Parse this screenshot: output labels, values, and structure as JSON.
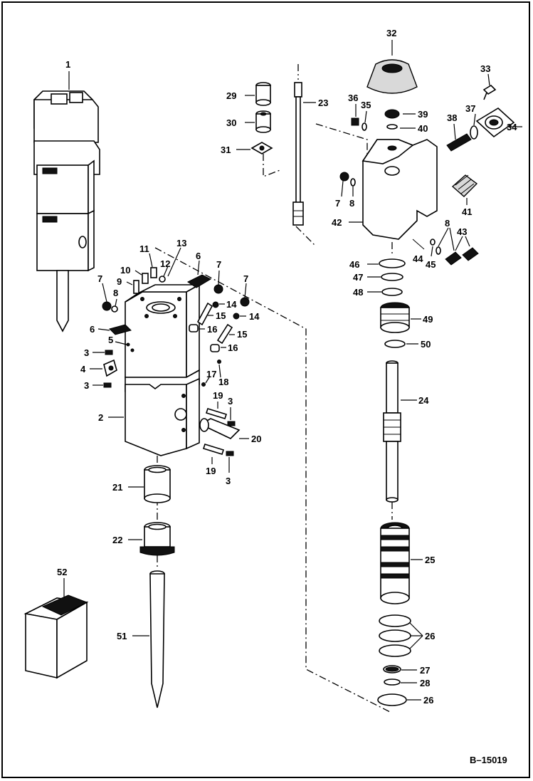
{
  "diagram": {
    "reference": "B–15019",
    "callouts": {
      "c1": "1",
      "c2": "2",
      "c3a": "3",
      "c3b": "3",
      "c3c": "3",
      "c3d": "3",
      "c4": "4",
      "c5": "5",
      "c6a": "6",
      "c6b": "6",
      "c7a": "7",
      "c7b": "7",
      "c7c": "7",
      "c7d": "7",
      "c8a": "8",
      "c8b": "8",
      "c8c": "8",
      "c9": "9",
      "c10": "10",
      "c11": "11",
      "c12": "12",
      "c13": "13",
      "c14a": "14",
      "c14b": "14",
      "c15a": "15",
      "c15b": "15",
      "c16a": "16",
      "c16b": "16",
      "c17": "17",
      "c18": "18",
      "c19a": "19",
      "c19b": "19",
      "c20": "20",
      "c21": "21",
      "c22": "22",
      "c23": "23",
      "c24": "24",
      "c25": "25",
      "c26a": "26",
      "c26b": "26",
      "c27": "27",
      "c28": "28",
      "c29": "29",
      "c30": "30",
      "c31": "31",
      "c32": "32",
      "c33": "33",
      "c34": "34",
      "c35": "35",
      "c36": "36",
      "c37": "37",
      "c38": "38",
      "c39": "39",
      "c40": "40",
      "c41": "41",
      "c42": "42",
      "c43": "43",
      "c44": "44",
      "c45": "45",
      "c46": "46",
      "c47": "47",
      "c48": "48",
      "c49": "49",
      "c50": "50",
      "c51": "51",
      "c52": "52"
    }
  }
}
